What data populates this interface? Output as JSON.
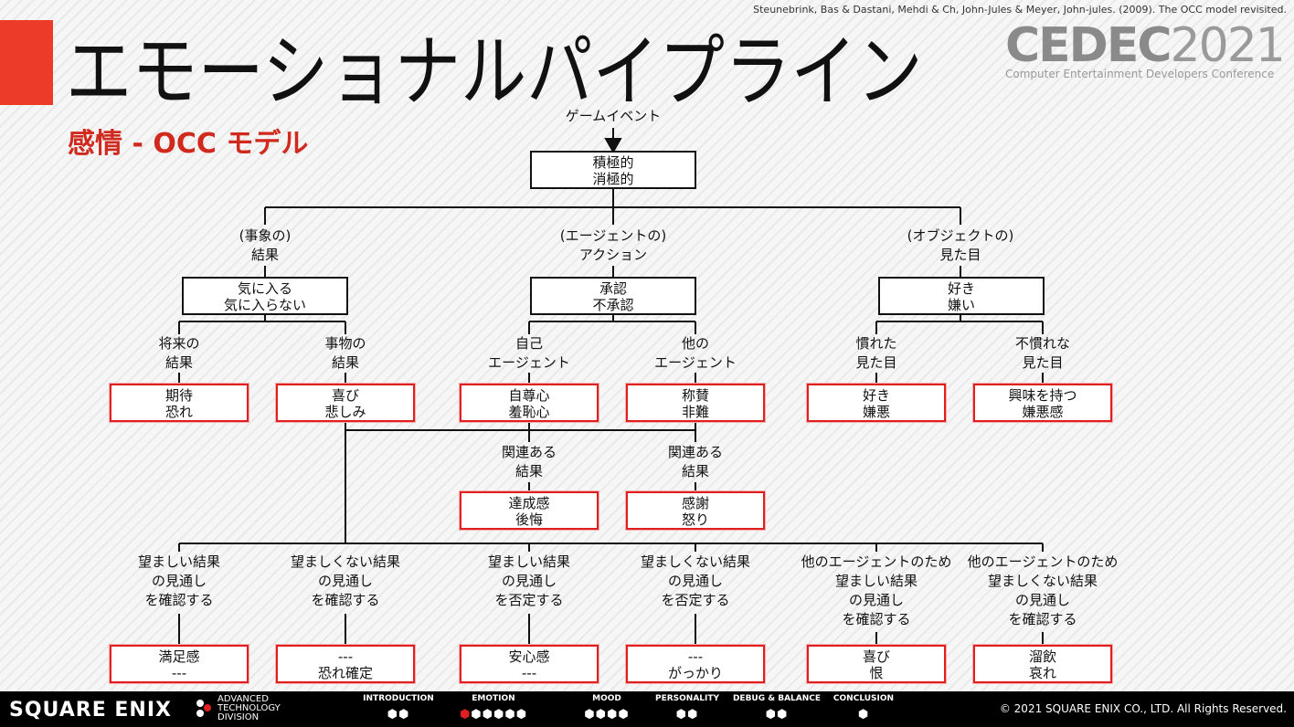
{
  "slide": {
    "title": "エモーショナルパイプライン",
    "subtitle": "感情 - OCC モデル",
    "citation": "Steunebrink, Bas & Dastani, Mehdi & Ch, John-Jules & Meyer, John-jules. (2009). The OCC model revisited."
  },
  "logo": {
    "name": "CEDEC",
    "year": "2021",
    "tagline": "Computer Entertainment Developers Conference"
  },
  "diagram": {
    "root": "ゲームイベント",
    "top_box": "積極的\n消極的",
    "branches": [
      "(事象の)\n結果",
      "(エージェントの)\nアクション",
      "(オブジェクトの)\n見た目"
    ],
    "branch_boxes": [
      "気に入る\n気に入らない",
      "承認\n不承認",
      "好き\n嫌い"
    ],
    "sub_labels": [
      "将来の\n結果",
      "事物の\n結果",
      "自己\nエージェント",
      "他の\nエージェント",
      "慣れた\n見た目",
      "不慣れな\n見た目"
    ],
    "emotion_boxes": [
      "期待\n恐れ",
      "喜び\n悲しみ",
      "自尊心\n羞恥心",
      "称賛\n非難",
      "好き\n嫌悪",
      "興味を持つ\n嫌悪感"
    ],
    "compound_labels": [
      "関連ある\n結果",
      "関連ある\n結果"
    ],
    "compound_boxes": [
      "達成感\n後悔",
      "感謝\n怒り"
    ],
    "outcome_labels": [
      "望ましい結果\nの見通し\nを確認する",
      "望ましくない結果\nの見通し\nを確認する",
      "望ましい結果\nの見通し\nを否定する",
      "望ましくない結果\nの見通し\nを否定する",
      "他のエージェントのため\n望ましい結果\nの見通し\nを確認する",
      "他のエージェントのため\n望ましくない結果\nの見通し\nを確認する"
    ],
    "outcome_boxes": [
      "満足感\n---",
      "---\n恐れ確定",
      "安心感\n---",
      "---\nがっかり",
      "喜び\n恨",
      "溜飲\n哀れ"
    ]
  },
  "footer": {
    "company": "SQUARE ENIX",
    "division": "ADVANCED\nTECHNOLOGY\nDIVISION",
    "nav": [
      "INTRODUCTION",
      "EMOTION",
      "MOOD",
      "PERSONALITY",
      "DEBUG & BALANCE",
      "CONCLUSION"
    ],
    "current_section": "EMOTION",
    "copyright": "© 2021 SQUARE ENIX CO., LTD. All Rights Reserved."
  },
  "colors": {
    "accent": "#ec3b28",
    "box_red": "#e02020"
  }
}
